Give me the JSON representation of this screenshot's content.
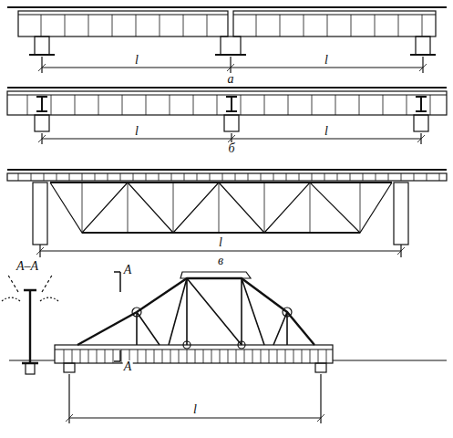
{
  "diagram": {
    "labels": [
      "l",
      "l",
      "а",
      "l",
      "l",
      "б",
      "l",
      "в",
      "A–A",
      "A",
      "A",
      "l"
    ]
  }
}
